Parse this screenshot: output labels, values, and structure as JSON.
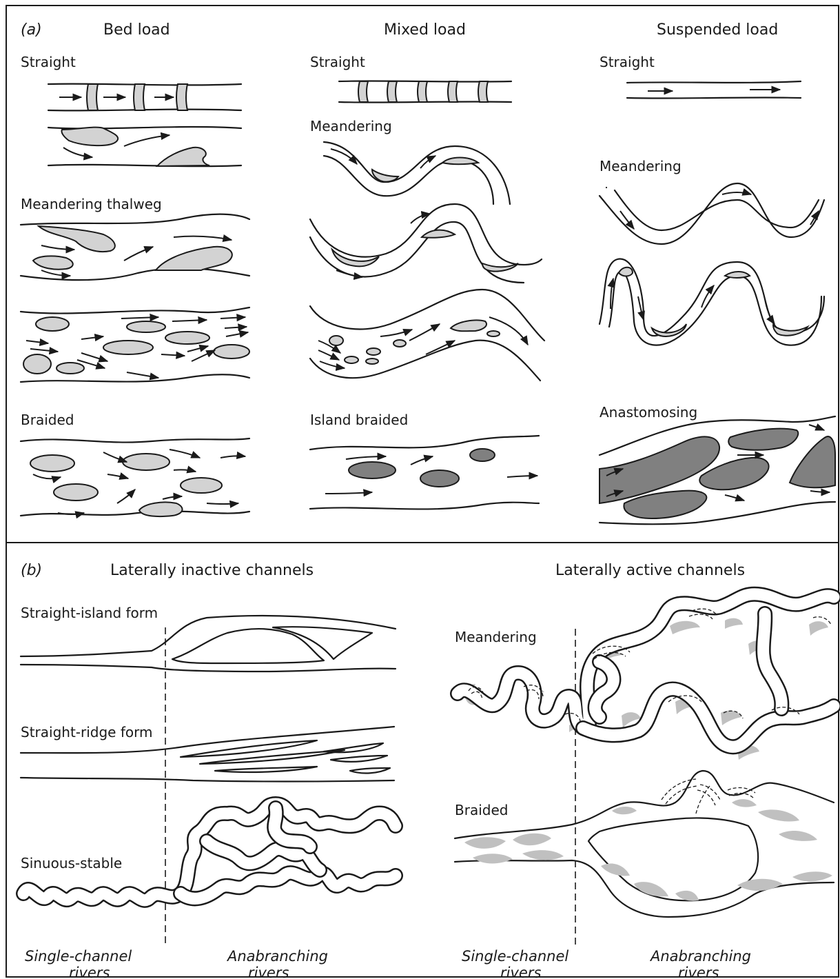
{
  "panel_a": {
    "label": "(a)",
    "columns": {
      "bed_load": {
        "title": "Bed load",
        "straight": "Straight",
        "meandering_thalweg": "Meandering thalweg",
        "braided": "Braided"
      },
      "mixed_load": {
        "title": "Mixed load",
        "straight": "Straight",
        "meandering": "Meandering",
        "island_braided": "Island braided"
      },
      "suspended_load": {
        "title": "Suspended load",
        "straight": "Straight",
        "meandering": "Meandering",
        "anastomosing": "Anastomosing"
      }
    }
  },
  "panel_b": {
    "label": "(b)",
    "inactive": {
      "title": "Laterally inactive channels",
      "straight_island": "Straight-island form",
      "straight_ridge": "Straight-ridge form",
      "sinuous_stable": "Sinuous-stable",
      "single_channel": [
        "Single-channel",
        "rivers"
      ],
      "anabranching": [
        "Anabranching",
        "rivers"
      ]
    },
    "active": {
      "title": "Laterally active channels",
      "meandering": "Meandering",
      "braided": "Braided",
      "single_channel": [
        "Single-channel",
        "rivers"
      ],
      "anabranching": [
        "Anabranching",
        "rivers"
      ]
    }
  },
  "colors": {
    "line": "#1a1a1a",
    "bar_fill": "#d3d3d3",
    "island_fill": "#808080",
    "pointbar_fill": "#c0c0c0"
  }
}
